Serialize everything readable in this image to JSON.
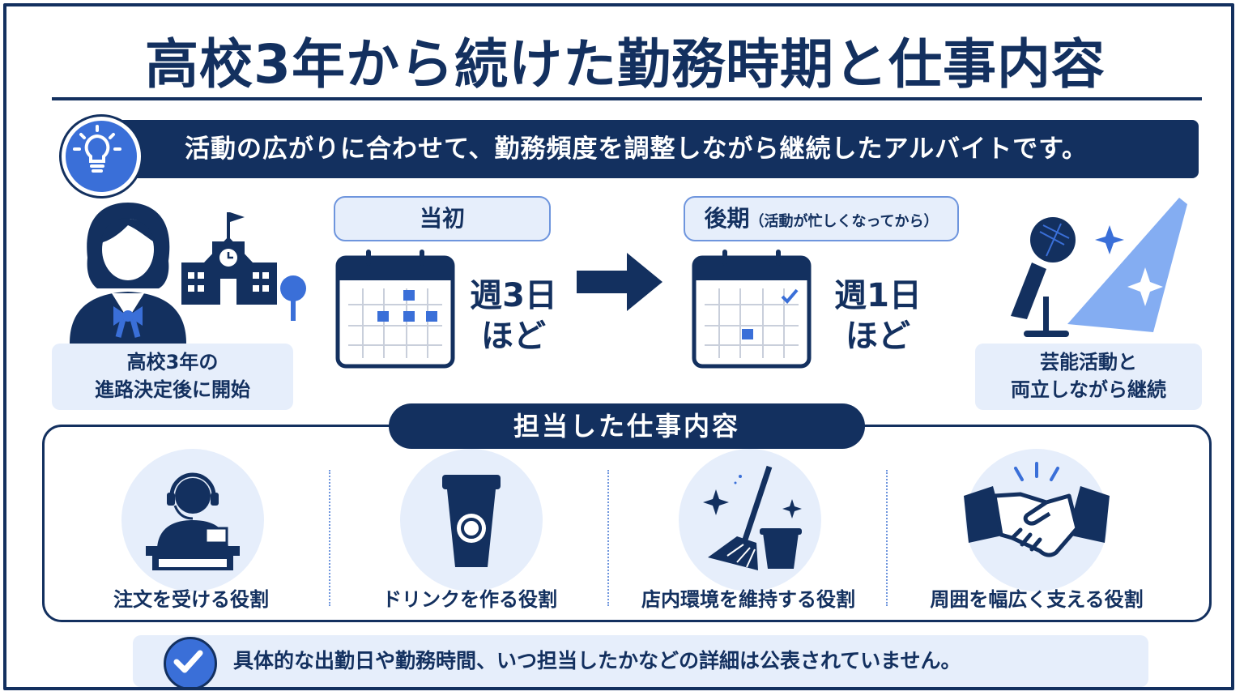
{
  "title": "高校3年から続けた勤務時期と仕事内容",
  "banner": {
    "text": "活動の広がりに合わせて、勤務頻度を調整しながら継続したアルバイトです。",
    "icon": "lightbulb-icon"
  },
  "start": {
    "caption_line1": "高校3年の",
    "caption_line2": "進路決定後に開始",
    "icons": [
      "student-icon",
      "school-building-icon",
      "tree-icon"
    ]
  },
  "early": {
    "label": "当初",
    "frequency_line1": "週3日",
    "frequency_line2": "ほど",
    "icon": "calendar-icon"
  },
  "late": {
    "label": "後期",
    "label_note": "（活動が忙しくなってから）",
    "frequency_line1": "週1日",
    "frequency_line2": "ほど",
    "icon": "calendar-icon"
  },
  "arrow_icon": "arrow-right-icon",
  "parallel": {
    "caption_line1": "芸能活動と",
    "caption_line2": "両立しながら継続",
    "icons": [
      "microphone-icon",
      "spotlight-icon",
      "sparkle-icon"
    ]
  },
  "tasks": {
    "heading": "担当した仕事内容",
    "items": [
      {
        "label": "注文を受ける役割",
        "icon": "headset-staff-icon"
      },
      {
        "label": "ドリンクを作る役割",
        "icon": "drink-cup-icon"
      },
      {
        "label": "店内環境を維持する役割",
        "icon": "broom-bucket-icon"
      },
      {
        "label": "周囲を幅広く支える役割",
        "icon": "handshake-icon"
      }
    ]
  },
  "note": {
    "text": "具体的な出勤日や勤務時間、いつ担当したかなどの詳細は公表されていません。",
    "icon": "checkmark-icon"
  },
  "colors": {
    "navy": "#13305f",
    "accent_blue": "#3a6fd8",
    "light_blue": "#e6eefb",
    "border_blue": "#6e95dd"
  }
}
